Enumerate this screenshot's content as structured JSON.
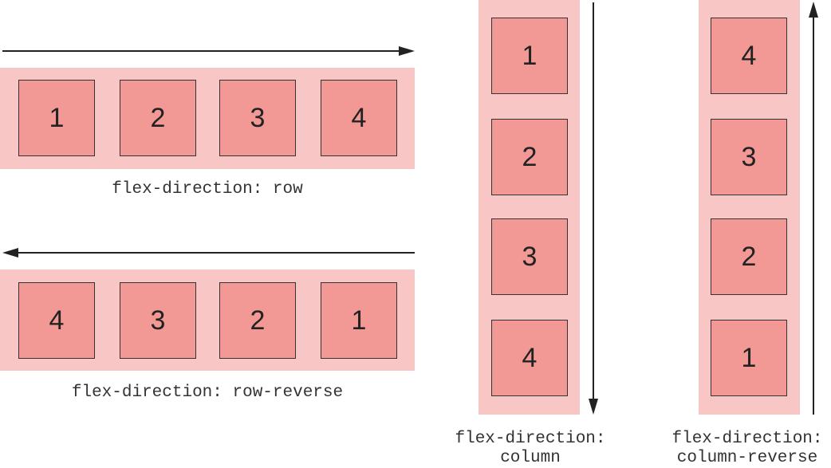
{
  "colors": {
    "container": "#f9c6c6",
    "item": "#f29996",
    "stroke": "#333333"
  },
  "diagrams": {
    "row": {
      "items": [
        "1",
        "2",
        "3",
        "4"
      ],
      "caption": "flex-direction: row",
      "arrow": "right-arrow-icon"
    },
    "row_reverse": {
      "items": [
        "4",
        "3",
        "2",
        "1"
      ],
      "caption": "flex-direction: row-reverse",
      "arrow": "left-arrow-icon"
    },
    "column": {
      "items": [
        "1",
        "2",
        "3",
        "4"
      ],
      "caption_line1": "flex-direction:",
      "caption_line2": "column",
      "arrow": "down-arrow-icon"
    },
    "column_reverse": {
      "items": [
        "4",
        "3",
        "2",
        "1"
      ],
      "caption_line1": "flex-direction:",
      "caption_line2": "column-reverse",
      "arrow": "up-arrow-icon"
    }
  }
}
